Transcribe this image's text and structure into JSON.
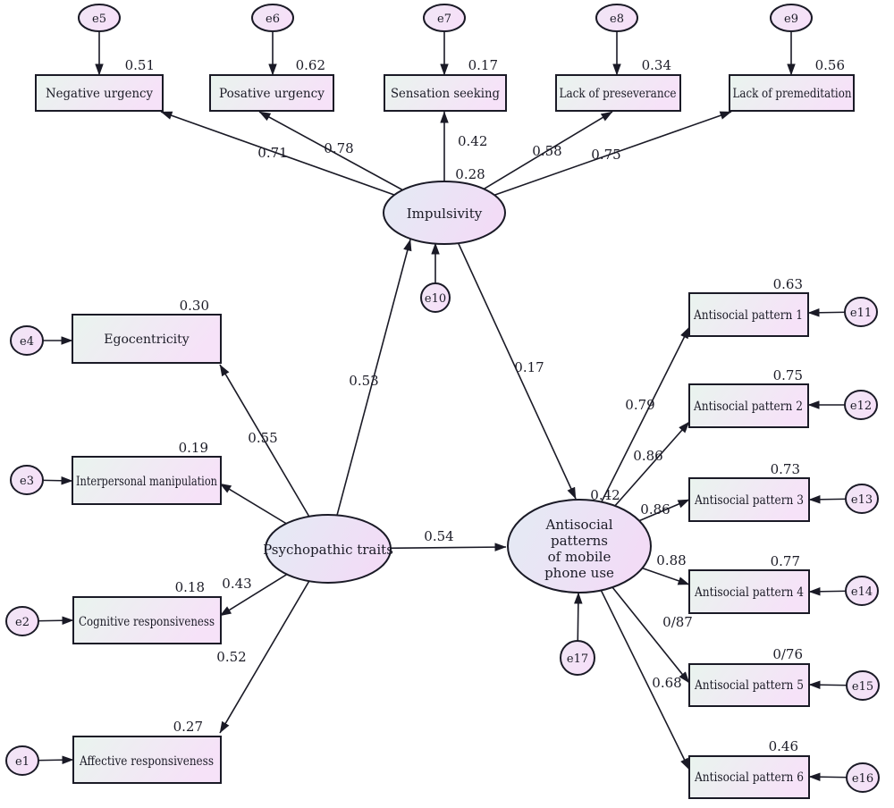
{
  "diagram": {
    "latents": {
      "impulsivity": {
        "label": "Impulsivity",
        "r2": "0.28",
        "error": "e10"
      },
      "psychopathic": {
        "label": "Psychopathic traits"
      },
      "antisocial": {
        "label_lines": [
          "Antisocial",
          "patterns",
          "of mobile",
          "phone use"
        ],
        "r2": "0.42",
        "error": "e17"
      }
    },
    "structural_paths": {
      "psych_to_impulsivity": "0.53",
      "psych_to_antisocial": "0.54",
      "impulsivity_to_antisocial": "0.17"
    },
    "top_indicators": [
      {
        "label": "Negative urgency",
        "r2": "0.51",
        "error": "e5",
        "loading": "0.71"
      },
      {
        "label": "Posative urgency",
        "r2": "0.62",
        "error": "e6",
        "loading": "0.78"
      },
      {
        "label": "Sensation seeking",
        "r2": "0.17",
        "error": "e7",
        "loading": "0.42"
      },
      {
        "label": "Lack of preseverance",
        "r2": "0.34",
        "error": "e8",
        "loading": "0.58"
      },
      {
        "label": "Lack of premeditation",
        "r2": "0.56",
        "error": "e9",
        "loading": "0.75"
      }
    ],
    "left_indicators": [
      {
        "label": "Egocentricity",
        "r2": "0.30",
        "error": "e4",
        "loading": "0.55"
      },
      {
        "label": "Interpersonal manipulation",
        "r2": "0.19",
        "error": "e3",
        "loading": ""
      },
      {
        "label": "Cognitive responsiveness",
        "r2": "0.18",
        "error": "e2",
        "loading": "0.43"
      },
      {
        "label": "Affective responsiveness",
        "r2": "0.27",
        "error": "e1",
        "loading": "0.52"
      }
    ],
    "right_indicators": [
      {
        "label": "Antisocial pattern 1",
        "r2": "0.63",
        "error": "e11",
        "loading": "0.79"
      },
      {
        "label": "Antisocial pattern 2",
        "r2": "0.75",
        "error": "e12",
        "loading": "0.86"
      },
      {
        "label": "Antisocial pattern 3",
        "r2": "0.73",
        "error": "e13",
        "loading": "0.86"
      },
      {
        "label": "Antisocial pattern 4",
        "r2": "0.77",
        "error": "e14",
        "loading": "0.88"
      },
      {
        "label": "Antisocial pattern 5",
        "r2": "0/76",
        "error": "e15",
        "loading": "0/87"
      },
      {
        "label": "Antisocial pattern 6",
        "r2": "0.46",
        "error": "e16",
        "loading": "0.68"
      }
    ],
    "colors": {
      "background": "#ffffff",
      "shape_border": "#1a1a26",
      "rect_gradient_start": "#e9f4ee",
      "rect_gradient_end": "#f6e2f8",
      "ellipse_gradient_start": "#e3ebf4",
      "ellipse_gradient_end": "#f2dcf6",
      "error_fill_start": "#f0e6f5",
      "error_fill_end": "#f6e0f8",
      "text": "#1b1b26"
    }
  }
}
